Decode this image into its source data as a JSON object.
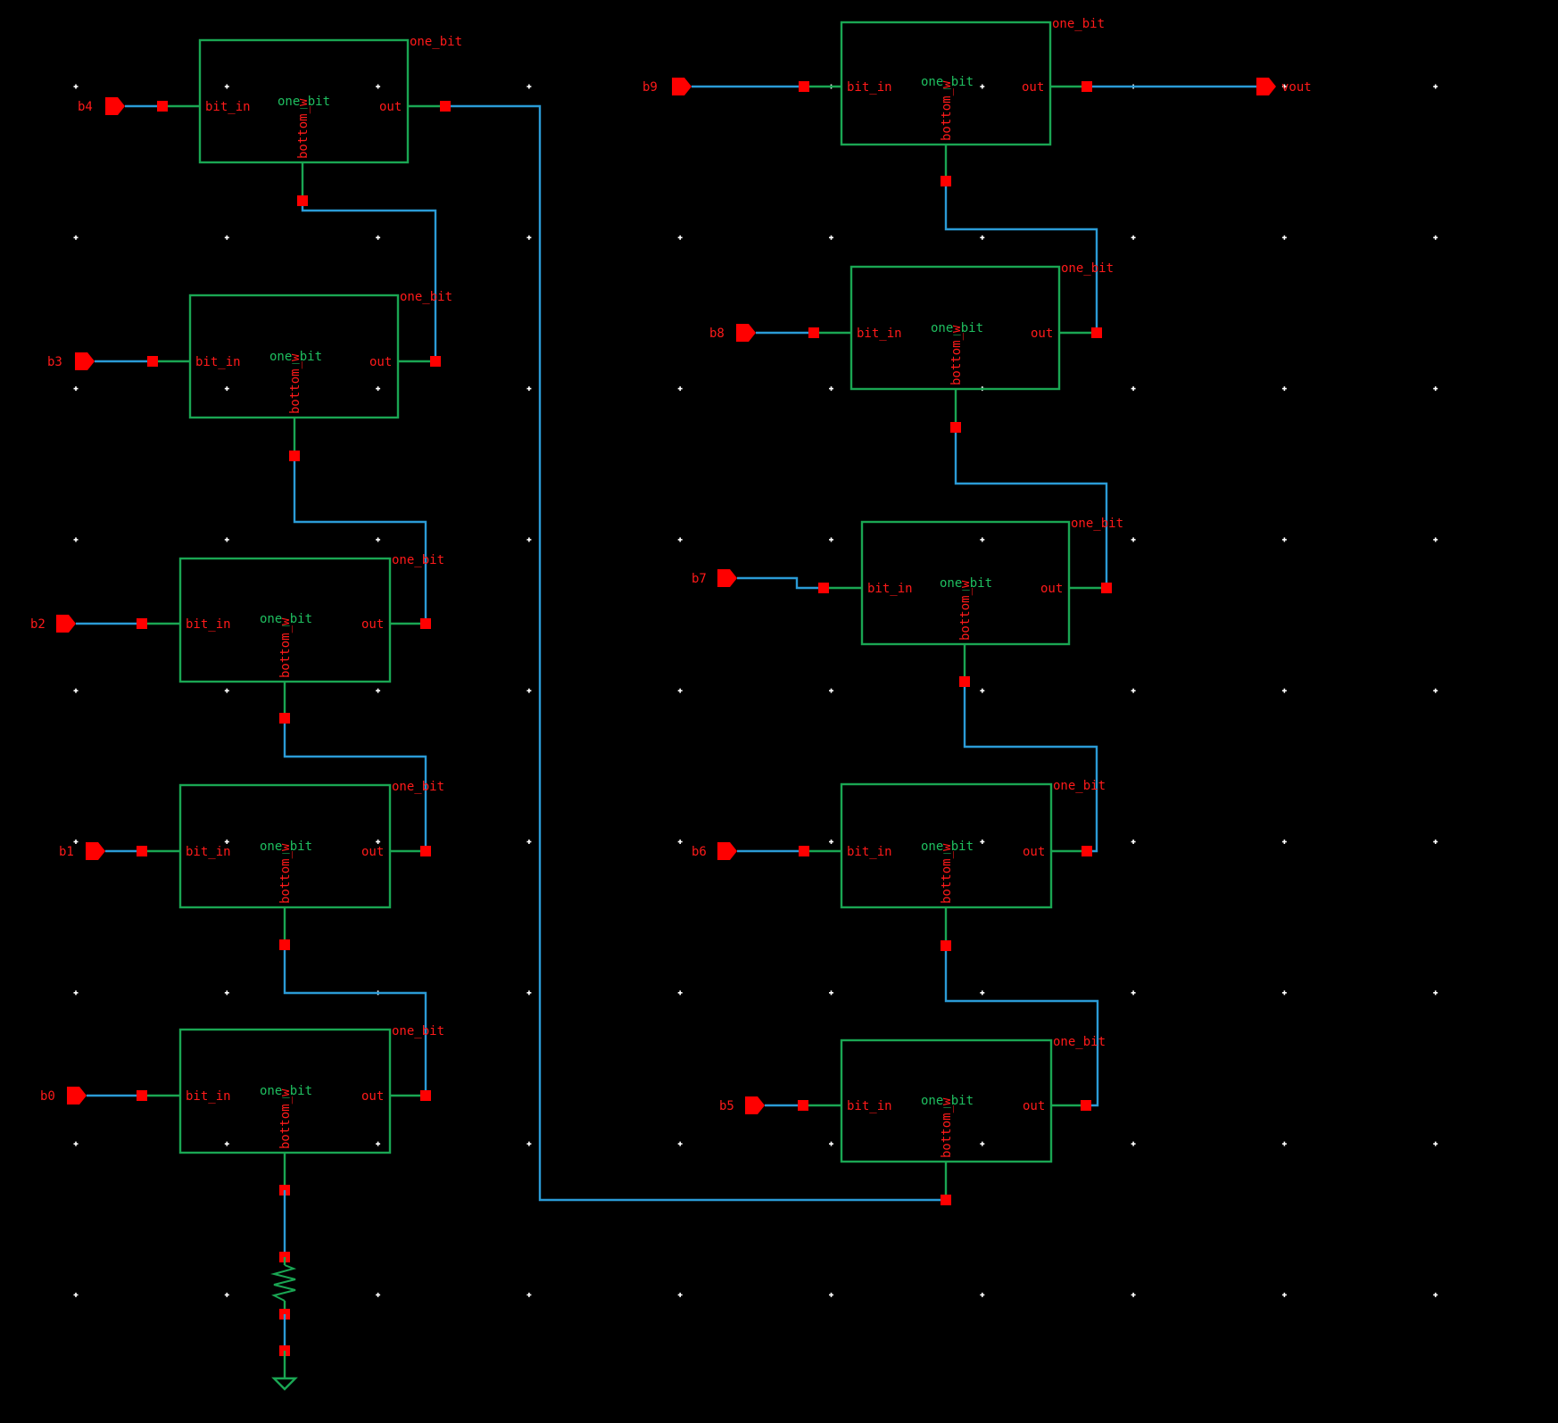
{
  "schematic": {
    "colors": {
      "background": "#000000",
      "instance": "#1aa653",
      "wire": "#2b9bd6",
      "pin_and_node": "#ff0000",
      "text_red": "#ff1a1a",
      "text_green": "#1fbf60",
      "grid": "#ffffff"
    },
    "instances": [
      {
        "id": "I4",
        "cell": "one_bit",
        "cell_label": "one_bit",
        "in_pin": "bit_in",
        "out_pin": "out",
        "bottom_pin": "bottom_w",
        "input_net": "b4"
      },
      {
        "id": "I3",
        "cell": "one_bit",
        "cell_label": "one_bit",
        "in_pin": "bit_in",
        "out_pin": "out",
        "bottom_pin": "bottom_w",
        "input_net": "b3"
      },
      {
        "id": "I2",
        "cell": "one_bit",
        "cell_label": "one_bit",
        "in_pin": "bit_in",
        "out_pin": "out",
        "bottom_pin": "bottom_w",
        "input_net": "b2"
      },
      {
        "id": "I1",
        "cell": "one_bit",
        "cell_label": "one_bit",
        "in_pin": "bit_in",
        "out_pin": "out",
        "bottom_pin": "bottom_w",
        "input_net": "b1"
      },
      {
        "id": "I0",
        "cell": "one_bit",
        "cell_label": "one_bit",
        "in_pin": "bit_in",
        "out_pin": "out",
        "bottom_pin": "bottom_w",
        "input_net": "b0"
      },
      {
        "id": "I9",
        "cell": "one_bit",
        "cell_label": "one_bit",
        "in_pin": "bit_in",
        "out_pin": "out",
        "bottom_pin": "bottom_w",
        "input_net": "b9"
      },
      {
        "id": "I8",
        "cell": "one_bit",
        "cell_label": "one_bit",
        "in_pin": "bit_in",
        "out_pin": "out",
        "bottom_pin": "bottom_w",
        "input_net": "b8"
      },
      {
        "id": "I7",
        "cell": "one_bit",
        "cell_label": "one_bit",
        "in_pin": "bit_in",
        "out_pin": "out",
        "bottom_pin": "bottom_w",
        "input_net": "b7"
      },
      {
        "id": "I6",
        "cell": "one_bit",
        "cell_label": "one_bit",
        "in_pin": "bit_in",
        "out_pin": "out",
        "bottom_pin": "bottom_w",
        "input_net": "b6"
      },
      {
        "id": "I5",
        "cell": "one_bit",
        "cell_label": "one_bit",
        "in_pin": "bit_in",
        "out_pin": "out",
        "bottom_pin": "bottom_w",
        "input_net": "b5"
      }
    ],
    "output_pin": {
      "label": "vout"
    },
    "termination": {
      "component": "resistor",
      "to": "ground"
    }
  }
}
